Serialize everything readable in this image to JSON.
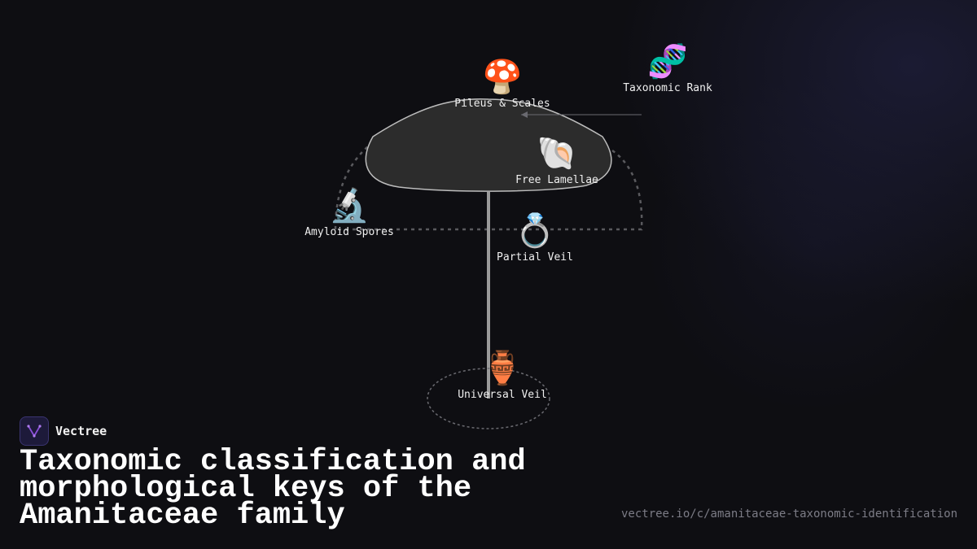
{
  "brand": {
    "name": "Vectree",
    "logo_icon": "vectree-logo-icon"
  },
  "title": "Taxonomic classification and morphological keys of the Amanitaceae family",
  "url": "vectree.io/c/amanitaceae-taxonomic-identification",
  "nodes": [
    {
      "id": "pileus",
      "emoji": "🍄",
      "icon": "mushroom-icon",
      "label": "Pileus & Scales"
    },
    {
      "id": "taxonomic",
      "emoji": "🧬",
      "icon": "dna-icon",
      "label": "Taxonomic Rank"
    },
    {
      "id": "lamellae",
      "emoji": "🐚",
      "icon": "shell-icon",
      "label": "Free Lamellae"
    },
    {
      "id": "spores",
      "emoji": "🔬",
      "icon": "microscope-icon",
      "label": "Amyloid Spores"
    },
    {
      "id": "veil",
      "emoji": "💍",
      "icon": "ring-icon",
      "label": "Partial Veil"
    },
    {
      "id": "universal",
      "emoji": "🏺",
      "icon": "vase-icon",
      "label": "Universal Veil"
    }
  ],
  "colors": {
    "background": "#0e0e12",
    "cap_fill": "#2c2c2c",
    "cap_stroke": "#bdbdbd",
    "stem": "#9a9a9a",
    "dashed": "#5a5a5e",
    "accent": "#8a4fd8"
  }
}
